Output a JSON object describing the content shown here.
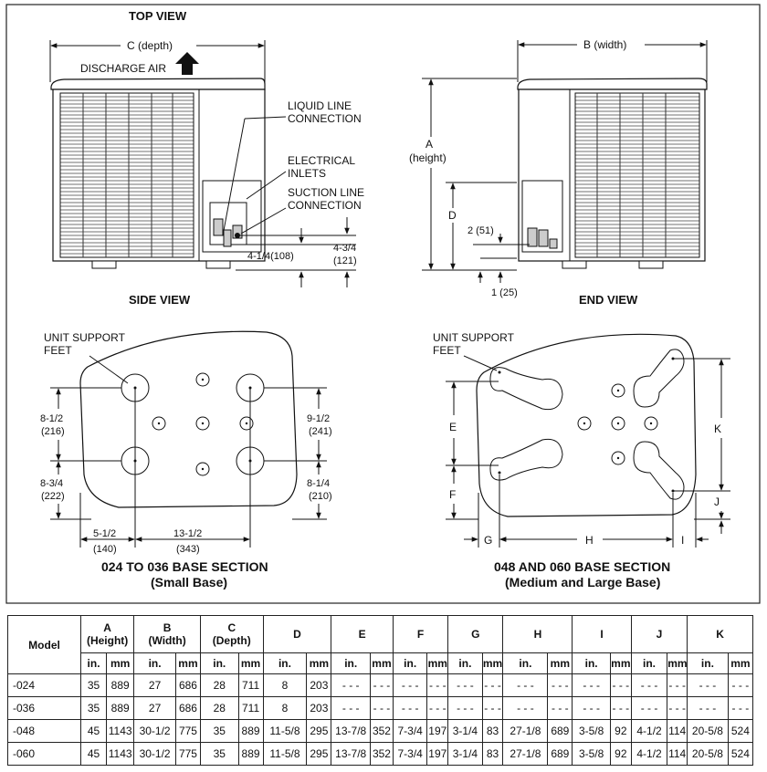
{
  "views": {
    "top_view": "TOP VIEW",
    "side_view": "SIDE VIEW",
    "end_view": "END VIEW"
  },
  "side_labels": {
    "c_depth": "C (depth)",
    "discharge_air": "DISCHARGE AIR",
    "liquid_line_1": "LIQUID LINE",
    "liquid_line_2": "CONNECTION",
    "electrical_1": "ELECTRICAL",
    "electrical_2": "INLETS",
    "suction_1": "SUCTION LINE",
    "suction_2": "CONNECTION",
    "dim_4_3_4": "4-3/4",
    "dim_121": "(121)",
    "dim_4_1_4": "4-1/4(108)"
  },
  "end_labels": {
    "b_width": "B (width)",
    "a": "A",
    "a_height": "(height)",
    "d": "D",
    "dim_2": "2 (51)",
    "dim_1": "1 (25)"
  },
  "small_base": {
    "unit_support_1": "UNIT SUPPORT",
    "unit_support_2": "FEET",
    "dim_8_1_2": "8-1/2",
    "dim_216": "(216)",
    "dim_8_3_4": "8-3/4",
    "dim_222": "(222)",
    "dim_9_1_2": "9-1/2",
    "dim_241": "(241)",
    "dim_8_1_4": "8-1/4",
    "dim_210": "(210)",
    "dim_5_1_2": "5-1/2",
    "dim_140": "(140)",
    "dim_13_1_2": "13-1/2",
    "dim_343": "(343)",
    "caption_1": "024 TO 036 BASE SECTION",
    "caption_2": "(Small Base)"
  },
  "large_base": {
    "unit_support_1": "UNIT SUPPORT",
    "unit_support_2": "FEET",
    "e": "E",
    "f": "F",
    "g": "G",
    "h": "H",
    "i": "I",
    "j": "J",
    "k": "K",
    "caption_1": "048 AND 060 BASE SECTION",
    "caption_2": "(Medium and Large Base)"
  },
  "table": {
    "model_header": "Model",
    "headers": [
      {
        "letter": "A",
        "sub": "(Height)"
      },
      {
        "letter": "B",
        "sub": "(Width)"
      },
      {
        "letter": "C",
        "sub": "(Depth)"
      },
      {
        "letter": "D",
        "sub": ""
      },
      {
        "letter": "E",
        "sub": ""
      },
      {
        "letter": "F",
        "sub": ""
      },
      {
        "letter": "G",
        "sub": ""
      },
      {
        "letter": "H",
        "sub": ""
      },
      {
        "letter": "I",
        "sub": ""
      },
      {
        "letter": "J",
        "sub": ""
      },
      {
        "letter": "K",
        "sub": ""
      }
    ],
    "unit_in": "in.",
    "unit_mm": "mm",
    "rows": [
      {
        "model": "-024",
        "cells": [
          "35",
          "889",
          "27",
          "686",
          "28",
          "711",
          "8",
          "203",
          "- - -",
          "- - -",
          "- - -",
          "- - -",
          "- - -",
          "- - -",
          "- - -",
          "- - -",
          "- - -",
          "- - -",
          "- - -",
          "- - -",
          "- - -",
          "- - -"
        ]
      },
      {
        "model": "-036",
        "cells": [
          "35",
          "889",
          "27",
          "686",
          "28",
          "711",
          "8",
          "203",
          "- - -",
          "- - -",
          "- - -",
          "- - -",
          "- - -",
          "- - -",
          "- - -",
          "- - -",
          "- - -",
          "- - -",
          "- - -",
          "- - -",
          "- - -",
          "- - -"
        ]
      },
      {
        "model": "-048",
        "cells": [
          "45",
          "1143",
          "30-1/2",
          "775",
          "35",
          "889",
          "11-5/8",
          "295",
          "13-7/8",
          "352",
          "7-3/4",
          "197",
          "3-1/4",
          "83",
          "27-1/8",
          "689",
          "3-5/8",
          "92",
          "4-1/2",
          "114",
          "20-5/8",
          "524"
        ]
      },
      {
        "model": "-060",
        "cells": [
          "45",
          "1143",
          "30-1/2",
          "775",
          "35",
          "889",
          "11-5/8",
          "295",
          "13-7/8",
          "352",
          "7-3/4",
          "197",
          "3-1/4",
          "83",
          "27-1/8",
          "689",
          "3-5/8",
          "92",
          "4-1/2",
          "114",
          "20-5/8",
          "524"
        ]
      }
    ]
  }
}
